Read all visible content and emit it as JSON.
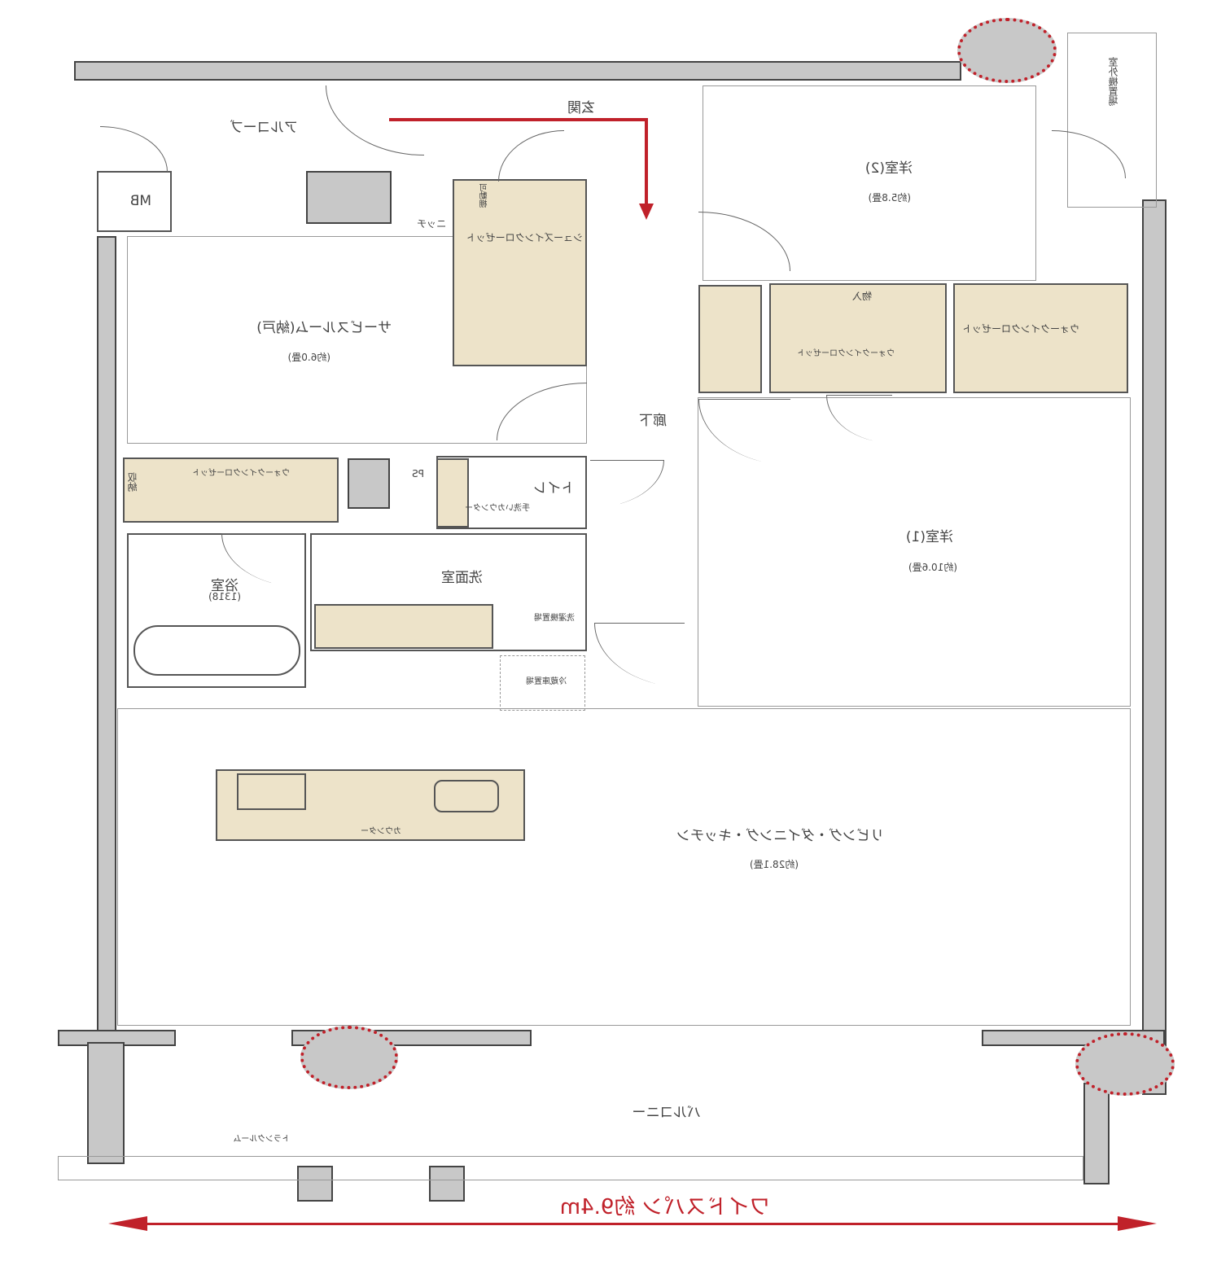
{
  "title": "Floor plan",
  "rooms": {
    "entrance": "玄関",
    "alcove": "アルコーブ",
    "mb": "MB",
    "niche": "ニッチ",
    "outdoor_unit": "室外機置場",
    "western2": {
      "name": "洋室(2)",
      "area": "(約5.8畳)"
    },
    "western1": {
      "name": "洋室(1)",
      "area": "(約10.6畳)"
    },
    "service_room": {
      "name": "サービスルーム(納戸)",
      "area": "(約6.0畳)"
    },
    "ldk": {
      "name": "リビング・ダイニング・キッチン",
      "area": "(約28.1畳)"
    },
    "hallway": "廊下",
    "toilet": "トイレ",
    "washroom": "洗面室",
    "bath": {
      "name": "浴室",
      "size": "(1318)"
    },
    "balcony": "バルコニー",
    "shoes_closet": "シューズインクローゼット",
    "walk_in_closet_1": "ウォークインクローゼット",
    "walk_in_closet_2": "ウォークインクローゼット",
    "walk_in_closet_3": "ウォークインクローゼット",
    "storage": "物入",
    "shelf": "収納",
    "movable_shelf": "可動棚",
    "washing_machine": "洗濯機置場",
    "fridge": "冷蔵庫置場",
    "counter": "カウンター",
    "hand_wash": "手洗いカウンター",
    "ps": "PS",
    "tank": "トランクルーム"
  },
  "width_label": "ワイドスパン 約9.4m",
  "colors": {
    "accent": "#c0212a",
    "furniture": "#ede3c9",
    "wall": "#c8c8c8"
  }
}
